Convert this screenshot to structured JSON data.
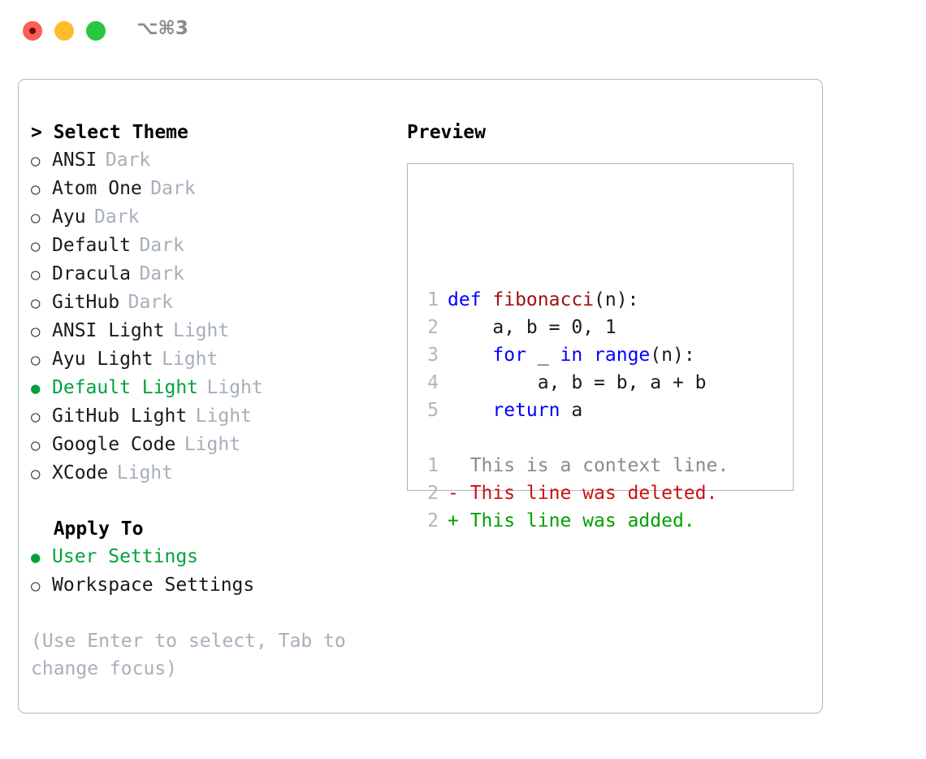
{
  "window": {
    "shortcut_label": "⌥⌘3",
    "traffic_lights": [
      {
        "name": "close",
        "color": "#fc5f57",
        "recording": true
      },
      {
        "name": "minimize",
        "color": "#ffbd2e",
        "recording": false
      },
      {
        "name": "zoom",
        "color": "#28c840",
        "recording": false
      }
    ]
  },
  "theme_picker": {
    "header": "> Select Theme",
    "marker_selected": "●",
    "marker_unselected": "○",
    "items": [
      {
        "label": "ANSI",
        "kind": "Dark",
        "selected": false
      },
      {
        "label": "Atom One",
        "kind": "Dark",
        "selected": false
      },
      {
        "label": "Ayu",
        "kind": "Dark",
        "selected": false
      },
      {
        "label": "Default",
        "kind": "Dark",
        "selected": false
      },
      {
        "label": "Dracula",
        "kind": "Dark",
        "selected": false
      },
      {
        "label": "GitHub",
        "kind": "Dark",
        "selected": false
      },
      {
        "label": "ANSI Light",
        "kind": "Light",
        "selected": false
      },
      {
        "label": "Ayu Light",
        "kind": "Light",
        "selected": false
      },
      {
        "label": "Default Light",
        "kind": "Light",
        "selected": true
      },
      {
        "label": "GitHub Light",
        "kind": "Light",
        "selected": false
      },
      {
        "label": "Google Code",
        "kind": "Light",
        "selected": false
      },
      {
        "label": "XCode",
        "kind": "Light",
        "selected": false
      }
    ]
  },
  "apply_to": {
    "header": "  Apply To",
    "items": [
      {
        "label": "User Settings",
        "selected": true
      },
      {
        "label": "Workspace Settings",
        "selected": false
      }
    ]
  },
  "hint": "(Use Enter to select, Tab to change focus)",
  "preview": {
    "title": "Preview",
    "code_lines": [
      {
        "no": "1",
        "tokens": [
          {
            "t": "def ",
            "c": "kw"
          },
          {
            "t": "fibonacci",
            "c": "fn"
          },
          {
            "t": "(n):",
            "c": "plain"
          }
        ]
      },
      {
        "no": "2",
        "tokens": [
          {
            "t": "    a, b = 0, 1",
            "c": "plain"
          }
        ]
      },
      {
        "no": "3",
        "tokens": [
          {
            "t": "    ",
            "c": "plain"
          },
          {
            "t": "for",
            "c": "kw"
          },
          {
            "t": " _ ",
            "c": "plain"
          },
          {
            "t": "in",
            "c": "kw"
          },
          {
            "t": " ",
            "c": "plain"
          },
          {
            "t": "range",
            "c": "kw"
          },
          {
            "t": "(n):",
            "c": "plain"
          }
        ]
      },
      {
        "no": "4",
        "tokens": [
          {
            "t": "        a, b = b, a + b",
            "c": "plain"
          }
        ]
      },
      {
        "no": "5",
        "tokens": [
          {
            "t": "    ",
            "c": "plain"
          },
          {
            "t": "return",
            "c": "kw"
          },
          {
            "t": " a",
            "c": "plain"
          }
        ]
      }
    ],
    "diff_lines": [
      {
        "no": "1",
        "text": "  This is a context line.",
        "kind": "ctx"
      },
      {
        "no": "2",
        "text": "- This line was deleted.",
        "kind": "del"
      },
      {
        "no": "2",
        "text": "+ This line was added.",
        "kind": "add"
      }
    ]
  },
  "colors": {
    "accent_green": "#00a23c",
    "muted": "#a7afbb",
    "border": "#aeb6c2",
    "keyword": "#0000ff",
    "function": "#a11010",
    "diff_deleted": "#cc1111",
    "diff_added": "#00a000"
  }
}
